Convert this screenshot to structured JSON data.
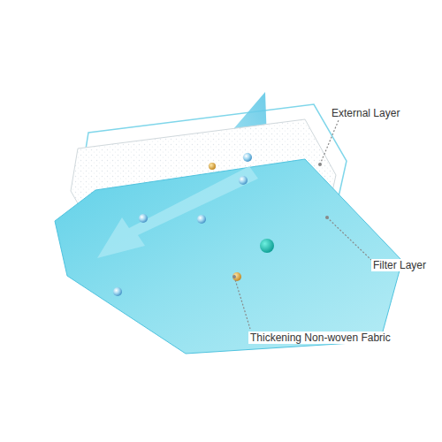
{
  "diagram": {
    "labels": [
      "External Layer",
      "Filter Layer",
      "Thickening Non-woven Fabric"
    ]
  }
}
